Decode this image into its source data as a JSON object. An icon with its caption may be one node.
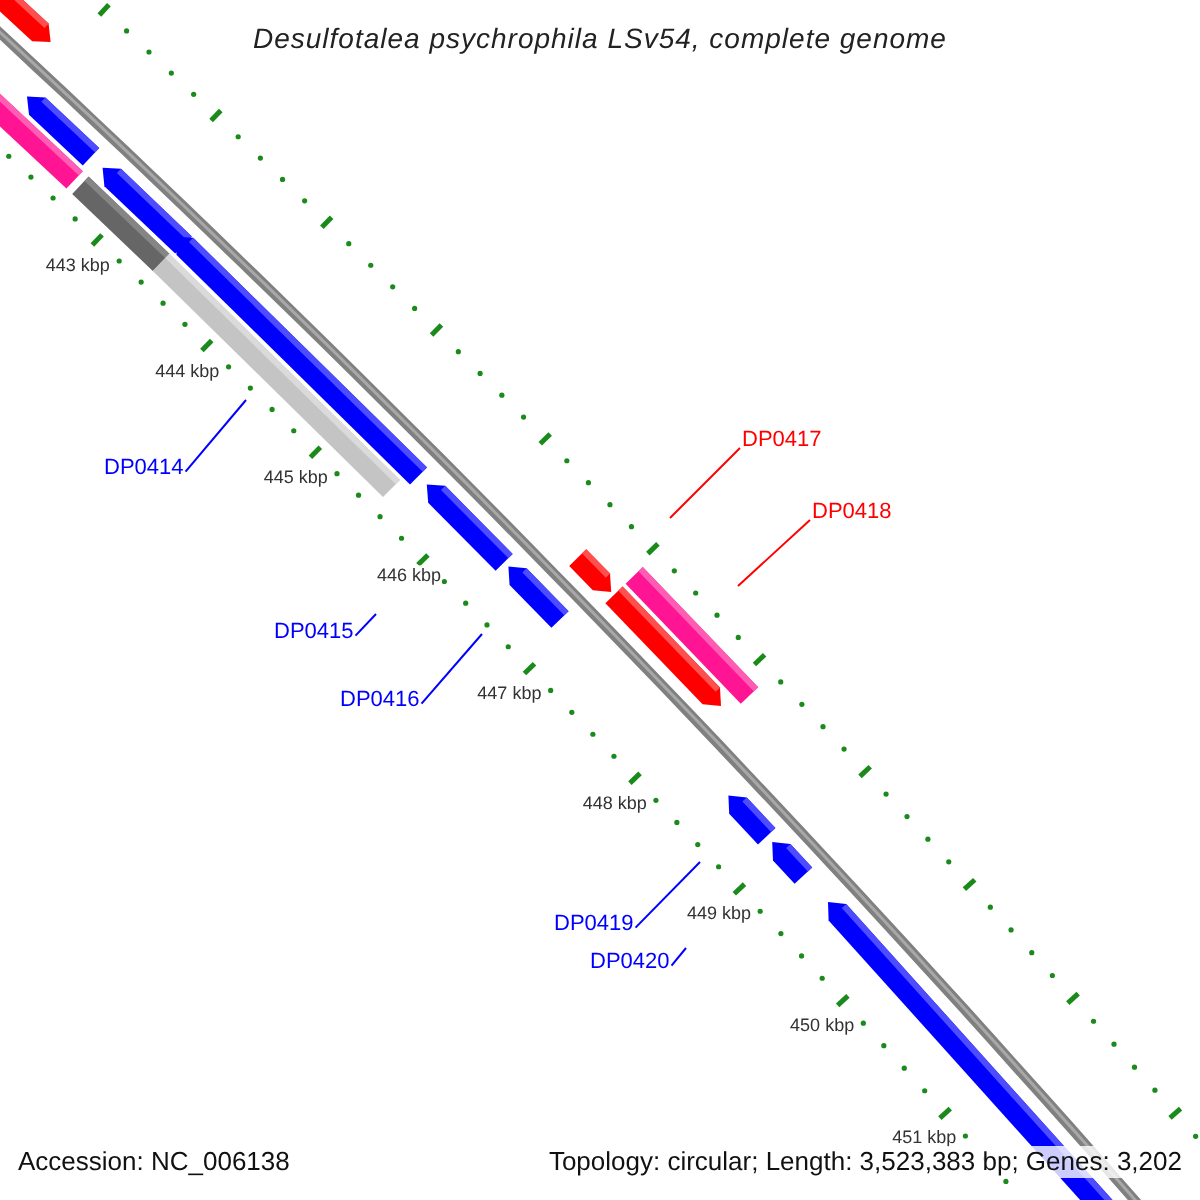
{
  "diagram": {
    "title": "Desulfotalea psychrophila LSv54, complete genome",
    "nodes": [
      {
        "text": [
          "DP0414"
        ]
      },
      {
        "text": [
          "DP0415"
        ]
      },
      {
        "text": [
          "DP0416"
        ]
      },
      {
        "text": [
          "DP0417"
        ]
      },
      {
        "text": [
          "DP0418"
        ]
      },
      {
        "text": [
          "DP0419"
        ]
      },
      {
        "text": [
          "DP0420"
        ]
      }
    ],
    "edges": [
      {
        "from": 0,
        "to": null,
        "arrow": "none"
      },
      {
        "from": 1,
        "to": null,
        "arrow": "none"
      },
      {
        "from": 2,
        "to": null,
        "arrow": "none"
      },
      {
        "from": 3,
        "to": null,
        "arrow": "none",
        "color": "#ff0000"
      },
      {
        "from": 4,
        "to": null,
        "arrow": "none",
        "color": "#ff0000"
      },
      {
        "from": 5,
        "to": null,
        "arrow": "none"
      },
      {
        "from": 6,
        "to": null,
        "arrow": "none"
      }
    ],
    "labels": [
      "443 kbp",
      "444 kbp",
      "445 kbp",
      "446 kbp",
      "447 kbp",
      "448 kbp",
      "449 kbp",
      "450 kbp",
      "451 kbp",
      "Accession: NC_006138",
      "Topology: circular; Length: 3,523,383 bp; Genes: 3,202"
    ]
  }
}
